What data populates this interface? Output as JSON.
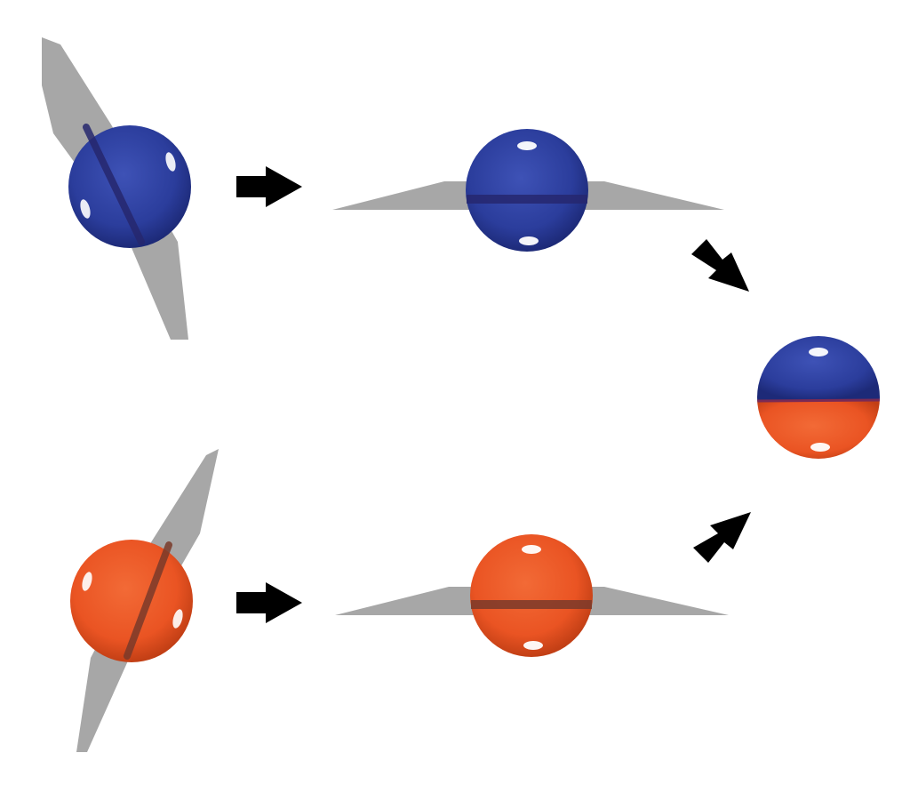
{
  "colors": {
    "background": "#ffffff",
    "blue": "#2b3d9c",
    "orange": "#ea5423",
    "membrane": "#a7a7a7",
    "band_blue": "#26276e",
    "band_orange": "#7a3a2a",
    "arrow": "#000000",
    "highlight": "#ffffff"
  },
  "diagram": {
    "description_elements": [
      "blue-sphere-tilted-membrane",
      "blue-sphere-flat-membrane",
      "orange-sphere-tilted-membrane",
      "orange-sphere-flat-membrane",
      "janus-sphere-blue-orange",
      "arrow-right-top",
      "arrow-right-bottom",
      "arrow-down-right",
      "arrow-up-right"
    ]
  }
}
